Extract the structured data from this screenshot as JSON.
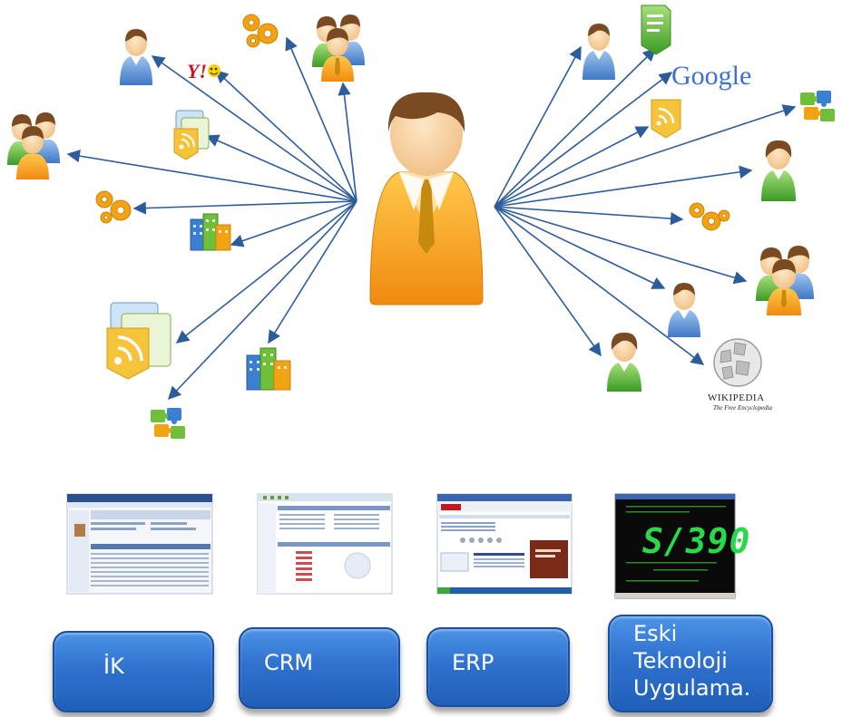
{
  "logos": {
    "google": "Google",
    "wikipedia": "WIKIPEDIA",
    "wikipedia_tagline": "The Free Encyclopedia",
    "yahoo": "Y!"
  },
  "systems": [
    {
      "label": "İK",
      "screen": "hr-app-screenshot"
    },
    {
      "label": "CRM",
      "screen": "crm-app-screenshot"
    },
    {
      "label": "ERP",
      "screen": "erp-portal-screenshot"
    },
    {
      "label": "Eski\nTeknoloji\nUygulama.",
      "screen": "legacy-terminal-screenshot"
    }
  ],
  "terminal": {
    "big_text": "S/390"
  },
  "colors": {
    "arrow": "#2d5c9c",
    "button": "#2f72cf",
    "button_text": "#ffffff",
    "person_orange": "#f39a1c",
    "person_blue": "#5a8fd0",
    "person_green": "#5db33d",
    "gear": "#f2a314",
    "rss": "#f5a623"
  }
}
